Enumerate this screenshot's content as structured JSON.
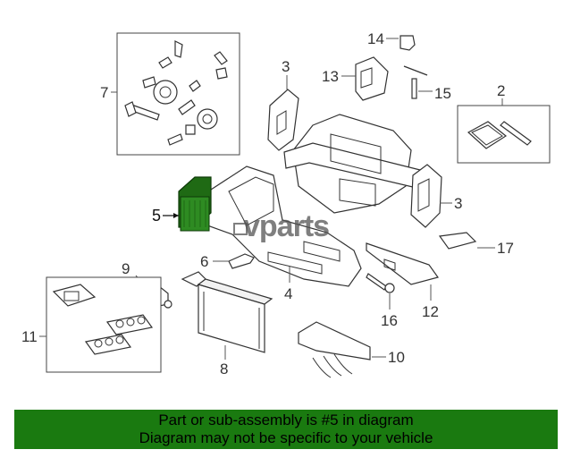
{
  "callouts": {
    "c1": "2",
    "c2": "3",
    "c3": "3",
    "c4": "4",
    "c5": "5",
    "c6": "6",
    "c7": "7",
    "c8": "8",
    "c9": "9",
    "c10": "10",
    "c11": "11",
    "c12": "12",
    "c13": "13",
    "c14": "14",
    "c15": "15",
    "c16": "16",
    "c17": "17"
  },
  "watermark": "vparts",
  "banner": {
    "line1": "Part or sub-assembly is #5 in diagram",
    "line2": "Diagram may not be specific to your vehicle"
  },
  "colors": {
    "banner_bg": "#1a7a10",
    "highlight_part": "#2e8b22"
  }
}
